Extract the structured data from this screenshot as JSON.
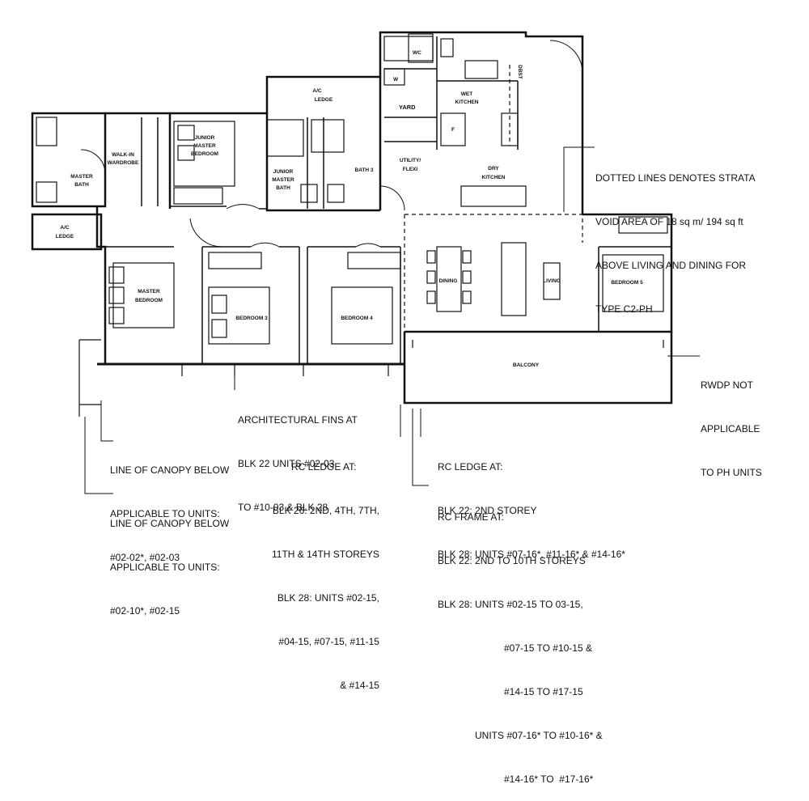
{
  "rooms": {
    "wc": "WC",
    "w": "W",
    "yard": "YARD",
    "ac_ledge_top_1": "A/C",
    "ac_ledge_top_2": "LEDGE",
    "wet_kitchen_1": "WET",
    "wet_kitchen_2": "KITCHEN",
    "f": "F",
    "dbst": "DBST",
    "jmb_1": "JUNIOR",
    "jmb_2": "MASTER",
    "jmb_3": "BEDROOM",
    "walk_in_1": "WALK-IN",
    "walk_in_2": "WARDROBE",
    "master_bath_1": "MASTER",
    "master_bath_2": "BATH",
    "jm_bath_1": "JUNIOR",
    "jm_bath_2": "MASTER",
    "jm_bath_3": "BATH",
    "bath3": "BATH 3",
    "utility_1": "UTILITY/",
    "utility_2": "FLEXI",
    "dry_kitchen_1": "DRY",
    "dry_kitchen_2": "KITCHEN",
    "ac_ledge_left_1": "A/C",
    "ac_ledge_left_2": "LEDGE",
    "master_bedroom_1": "MASTER",
    "master_bedroom_2": "BEDROOM",
    "bedroom3": "BEDROOM 3",
    "bedroom4": "BEDROOM 4",
    "dining": "DINING",
    "living": "LIVING",
    "bedroom5": "BEDROOM 5",
    "balcony": "BALCONY"
  },
  "notes": {
    "strata": [
      "DOTTED LINES DENOTES STRATA",
      "VOID AREA OF 18 sq m/ 194 sq ft",
      "ABOVE LIVING AND DINING FOR",
      "TYPE C2-PH"
    ],
    "rwdp": [
      "RWDP NOT",
      "APPLICABLE",
      "TO PH UNITS"
    ],
    "fins": [
      "ARCHITECTURAL FINS AT",
      "BLK 22 UNITS #02-03",
      "TO #10-03 & BLK 28"
    ],
    "canopy1": [
      "LINE OF CANOPY BELOW",
      "APPLICABLE TO UNITS:",
      "#02-02*, #02-03"
    ],
    "canopy2": [
      "LINE OF CANOPY BELOW",
      "APPLICABLE TO UNITS:",
      "#02-10*, #02-15"
    ],
    "rc_ledge_mid": [
      "RC LEDGE AT:",
      "BLK 26: 2ND, 4TH, 7TH,",
      "11TH & 14TH STOREYS",
      "BLK 28: UNITS #02-15,",
      "#04-15, #07-15, #11-15",
      "& #14-15"
    ],
    "rc_ledge_right": [
      "RC LEDGE AT:",
      "BLK 22: 2ND STOREY",
      "BLK 28: UNITS #07-16*, #11-16* & #14-16*"
    ],
    "rc_frame": [
      "RC FRAME AT:",
      "BLK 22: 2ND TO 10TH STOREYS",
      "BLK 28: UNITS #02-15 TO 03-15,",
      "#07-15 TO #10-15 &",
      "#14-15 TO #17-15",
      "UNITS #07-16* TO #10-16* &",
      "#14-16* TO  #17-16*"
    ]
  }
}
